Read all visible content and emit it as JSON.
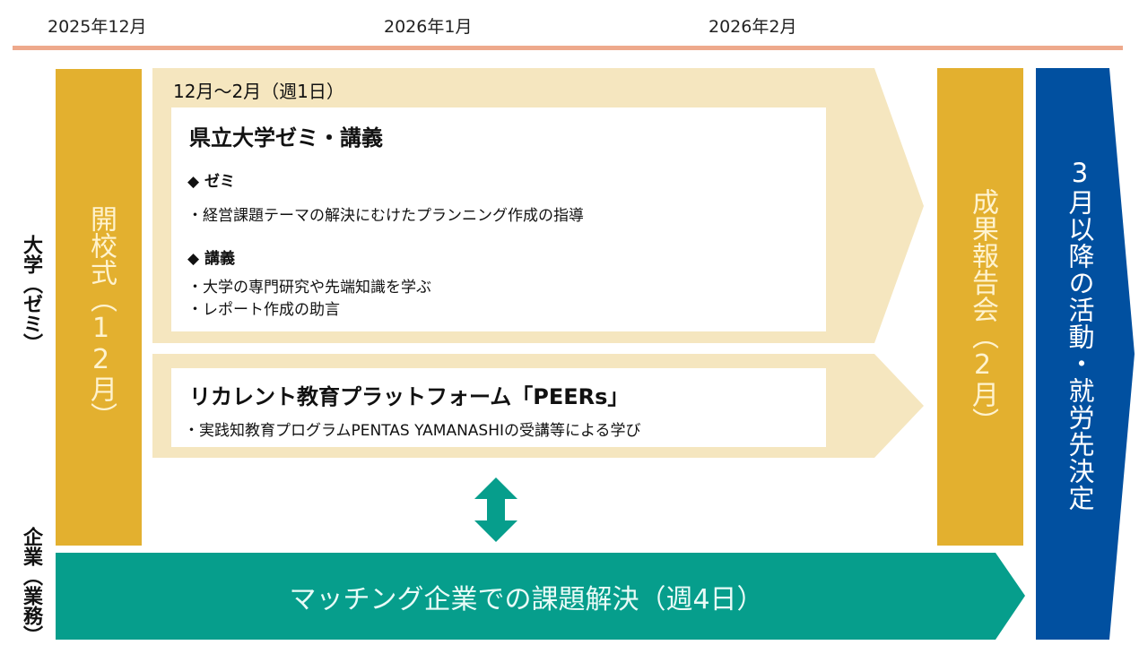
{
  "timeline": {
    "labels": [
      "2025年12月",
      "2026年1月",
      "2026年2月"
    ]
  },
  "rows": {
    "university": "大学（ゼミ）",
    "company": "企業（業務）"
  },
  "opening": "開校式（12月）",
  "seminar": {
    "period": "12月〜2月（週1日）",
    "title": "県立大学ゼミ・講義",
    "sections": [
      {
        "heading": "◆ ゼミ",
        "items": [
          "・経営課題テーマの解決にむけたプランニング作成の指導"
        ]
      },
      {
        "heading": "◆ 講義",
        "items": [
          "・大学の専門研究や先端知識を学ぶ",
          "・レポート作成の助言"
        ]
      }
    ]
  },
  "peers": {
    "title": "リカレント教育プラットフォーム「PEERs」",
    "item": "・実践知教育プログラムPENTAS YAMANASHIの受講等による学び"
  },
  "matching": "マッチング企業での課題解決（週4日）",
  "report": "成果報告会（2月）",
  "after": "3月以降の活動・就労先決定",
  "colors": {
    "gold": "#e3b02f",
    "pale": "#f5e6bf",
    "teal": "#069e8c",
    "blue": "#0150a0",
    "timeline": "#eea98c"
  }
}
